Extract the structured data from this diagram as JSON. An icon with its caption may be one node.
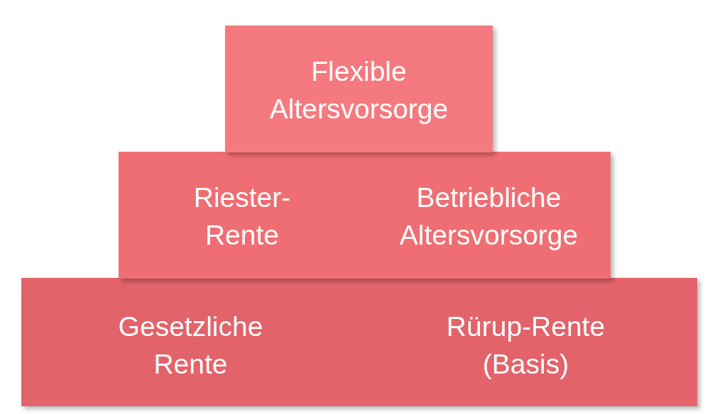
{
  "diagram": {
    "nodes": [
      {
        "text": [
          "Flexible Altersvorsorge"
        ]
      },
      {
        "text": [
          "Riester- Rente",
          "Betriebliche Altersvorsorge"
        ]
      },
      {
        "text": [
          "Gesetzliche Rente",
          "Rürup-Rente (Basis)"
        ]
      }
    ]
  }
}
